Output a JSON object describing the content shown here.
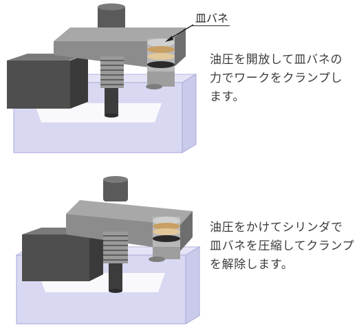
{
  "top": {
    "callout_label": "皿バネ",
    "caption_lines": [
      "油圧を開放して皿バネの",
      "力でワークをクランプし",
      "ます。"
    ]
  },
  "bottom": {
    "caption_lines": [
      "油圧をかけてシリンダで",
      "皿バネを圧縮してクランプ",
      "を解除します。"
    ]
  },
  "colors": {
    "tray_fill": "#d8d8f2",
    "tray_stroke": "#a8a8d8",
    "clamp_arm": "#8c8c8c",
    "work_block": "#4e4e4e",
    "spring_gold": "#c8a064"
  }
}
